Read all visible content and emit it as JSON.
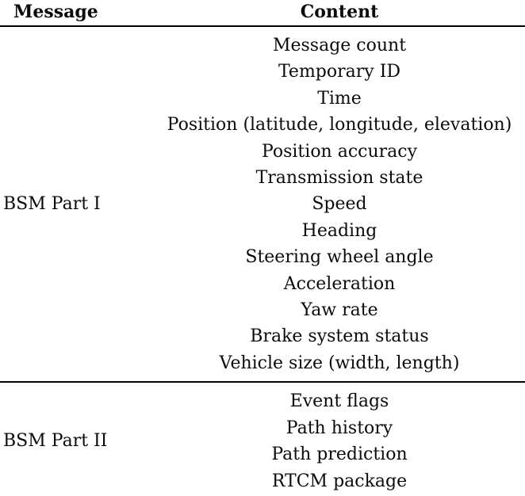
{
  "table": {
    "columns": [
      {
        "label": "Message"
      },
      {
        "label": "Content"
      }
    ],
    "rows": [
      {
        "message": "BSM Part I",
        "contents": [
          "Message count",
          "Temporary ID",
          "Time",
          "Position (latitude, longitude, elevation)",
          "Position accuracy",
          "Transmission state",
          "Speed",
          "Heading",
          "Steering wheel angle",
          "Acceleration",
          "Yaw rate",
          "Brake system status",
          "Vehicle size (width, length)"
        ]
      },
      {
        "message": "BSM Part II",
        "contents": [
          "Event flags",
          "Path history",
          "Path prediction",
          "RTCM package"
        ]
      }
    ],
    "style": {
      "rule_color": "#000000",
      "text_color": "#0b0b0b",
      "background": "#ffffff"
    }
  }
}
